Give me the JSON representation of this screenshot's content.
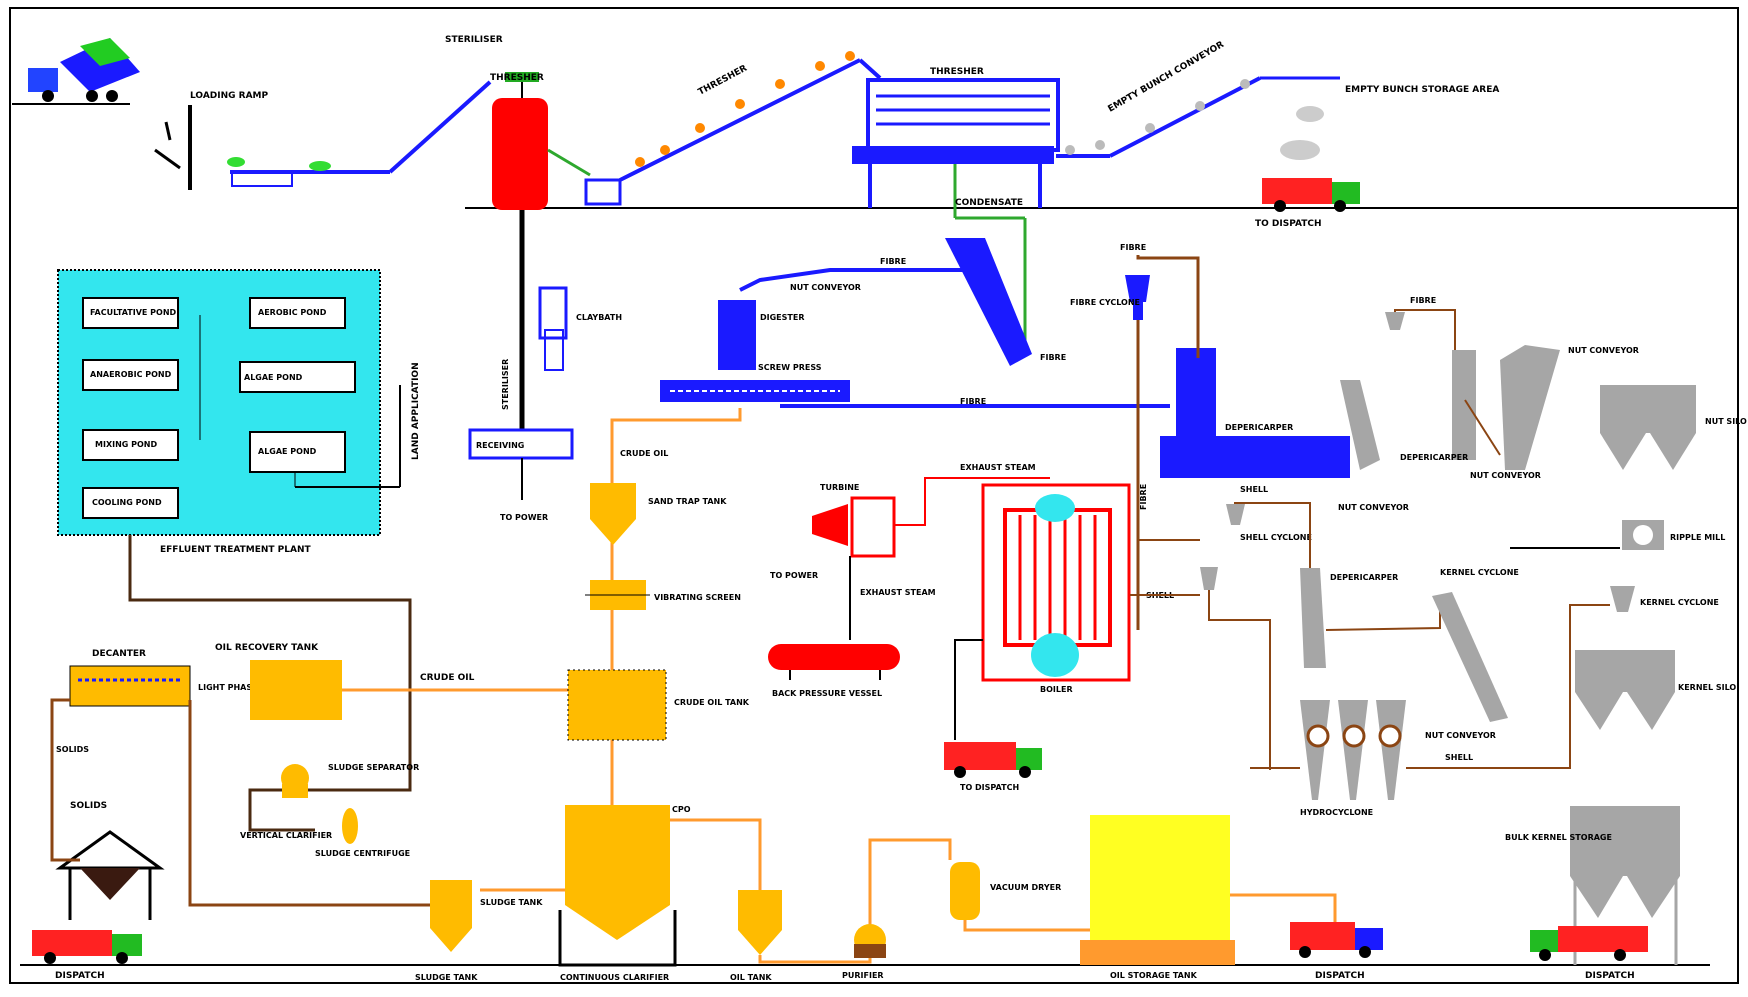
{
  "title": "",
  "labels": {
    "receiving": "RECEIVING",
    "loading_ramp": "LOADING RAMP",
    "steriliser_top": "STERILISER",
    "thresher": "THRESHER",
    "empty_bunch_conveyor": "EMPTY BUNCH CONVEYOR",
    "empty_bunch_storage": "EMPTY BUNCH STORAGE AREA",
    "fibre_cyclone": "FIBRE CYCLONE",
    "fibre": "FIBRE",
    "nut_conveyor": "NUT CONVEYOR",
    "digester": "DIGESTER",
    "screw_press": "SCREW PRESS",
    "depericarper": "DEPERICARPER",
    "nut_silo": "NUT SILO",
    "ripple_mill": "RIPPLE MILL",
    "kernel_cyclone": "KERNEL CYCLONE",
    "kernel_silo": "KERNEL SILO",
    "bulk_kernel_storage": "BULK KERNEL STORAGE",
    "shell_cyclone": "SHELL CYCLONE",
    "shell": "SHELL",
    "hydrocyclone": "HYDROCYCLONE",
    "claybath": "CLAYBATH",
    "crude_oil_tank": "CRUDE OIL TANK",
    "vibrating_screen": "VIBRATING SCREEN",
    "sand_trap": "SAND TRAP TANK",
    "continuous_clarifier": "CONTINUOUS CLARIFIER",
    "sludge_tank": "SLUDGE TANK",
    "oil_tank": "OIL TANK",
    "purifier": "PURIFIER",
    "vacuum_dryer": "VACUUM DRYER",
    "oil_storage_tank": "OIL STORAGE TANK",
    "boiler": "BOILER",
    "turbine": "TURBINE",
    "back_pressure_vessel": "BACK PRESSURE VESSEL",
    "to_power": "TO POWER",
    "exhaust_steam": "EXHAUST STEAM",
    "ash_dispatch": "TO DISPATCH",
    "effluent_plant": "EFFLUENT TREATMENT PLANT",
    "ponds": [
      "COOLING POND",
      "ANAEROBIC POND",
      "FACULTATIVE POND",
      "ALGAE POND",
      "AEROBIC POND",
      "MIXING POND"
    ],
    "decanter": "DECANTER",
    "oil_recovery_tank": "OIL RECOVERY TANK",
    "sludge_separator": "SLUDGE SEPARATOR",
    "sludge_centrifuge": "SLUDGE CENTRIFUGE",
    "light_phase": "LIGHT PHASE",
    "solids": "SOLIDS",
    "dispatch": "DISPATCH",
    "kernel_dispatch": "DISPATCH",
    "oil_dispatch": "DISPATCH",
    "crude_oil": "CRUDE OIL",
    "vertical_clarifier": "VERTICAL CLARIFIER",
    "cpo_line": "CPO",
    "condensate": "CONDENSATE",
    "land_application": "LAND APPLICATION"
  },
  "colors": {
    "process_blue": "#1a1aff",
    "sterilizer_red": "#ff0000",
    "oil_orange": "#ffbb00",
    "pipe_orange": "#ff9a2e",
    "pipe_brown": "#8b4513",
    "pipe_green": "#2ea82e",
    "kernel_gray": "#a6a6a6",
    "effluent_cyan": "#33e6ee",
    "storage_yellow": "#ffff22"
  }
}
